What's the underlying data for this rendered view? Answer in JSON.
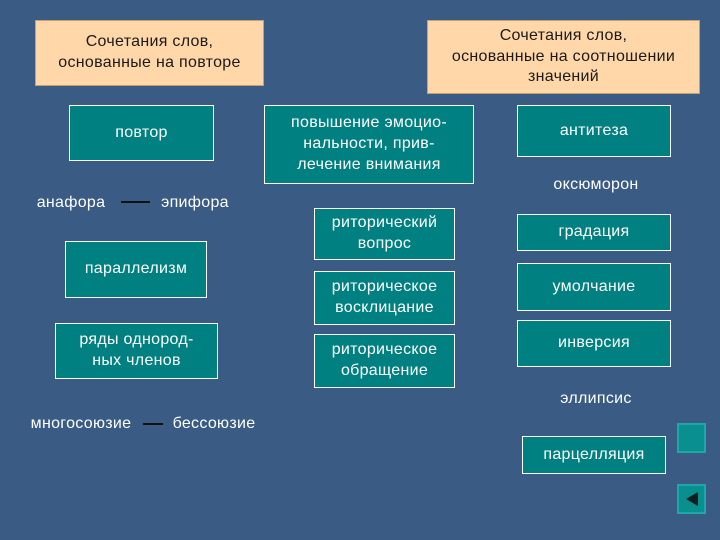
{
  "headers": {
    "left": "Сочетания слов,\nоснованные на повторе",
    "right": "Сочетания слов,\nоснованные на соотношении\nзначений"
  },
  "purpose": "повышение эмоцио-\nнальности, прив-\nлечение внимания",
  "repetition": {
    "main": "повтор",
    "anaphora": "анафора",
    "epiphora": "эпифора",
    "parallelism": "параллелизм",
    "homogeneous": "ряды однород-\nных членов",
    "polysyndeton": "многосоюзие",
    "asyndeton": "бессоюзие"
  },
  "rhetorical": {
    "question": "риторический\nвопрос",
    "exclamation": "риторическое\nвосклицание",
    "address": "риторическое\nобращение"
  },
  "meaning": {
    "antithesis": "антитеза",
    "oxymoron": "оксюморон",
    "gradation": "градация",
    "silence": "умолчание",
    "inversion": "инверсия",
    "ellipsis": "эллипсис",
    "parcellation": "парцелляция"
  },
  "colors": {
    "background": "#3a5b84",
    "box": "#008080",
    "header": "#ffd7a8",
    "line": "#111111"
  },
  "icons": {
    "nav_square": "square-icon",
    "nav_back": "triangle-left-icon"
  }
}
